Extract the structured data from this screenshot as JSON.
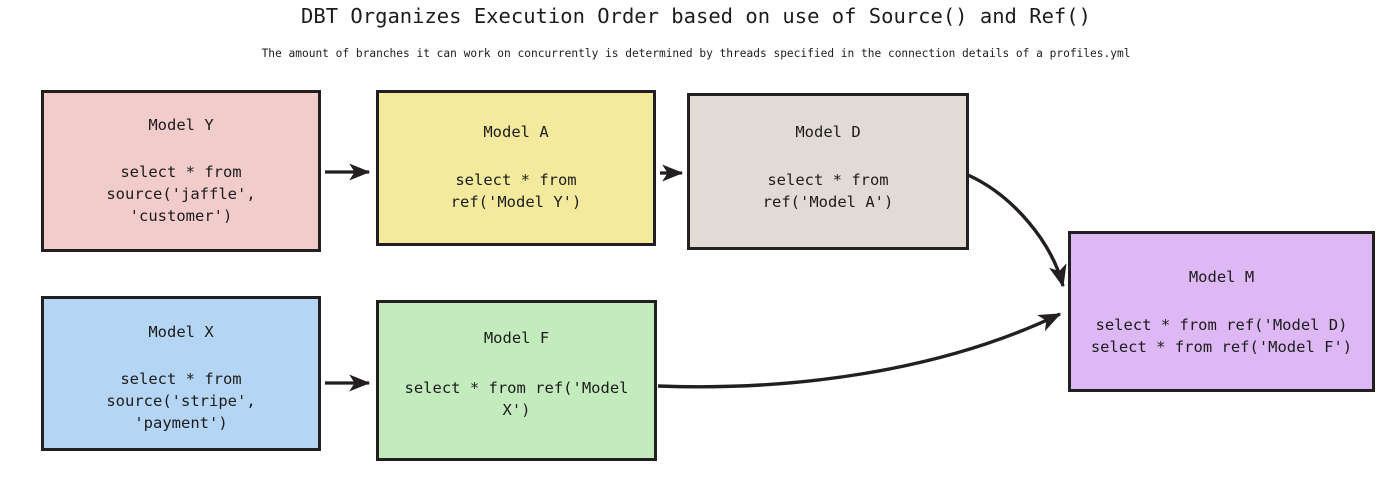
{
  "header": {
    "title": "DBT Organizes Execution Order based on use of Source() and Ref()",
    "subtitle": "The amount of branches it can work on concurrently is determined by threads specified in the connection details of a profiles.yml"
  },
  "diagram": {
    "type": "flowchart",
    "direction": "left-to-right",
    "nodes": [
      {
        "id": "model-y",
        "title": "Model Y",
        "body": "select * from\nsource('jaffle',\n'customer')",
        "color": "#f2cbcb",
        "border_color": "#231f20"
      },
      {
        "id": "model-a",
        "title": "Model A",
        "body": "select * from\nref('Model Y')",
        "color": "#f4ea9e",
        "border_color": "#231f20"
      },
      {
        "id": "model-d",
        "title": "Model D",
        "body": "select * from\nref('Model A')",
        "color": "#e2dbd5",
        "border_color": "#231f20"
      },
      {
        "id": "model-m",
        "title": "Model M",
        "body": "select * from ref('Model D)\nselect * from ref('Model F')",
        "color": "#ddb8f5",
        "border_color": "#231f20"
      },
      {
        "id": "model-x",
        "title": "Model X",
        "body": "select * from\nsource('stripe',\n'payment')",
        "color": "#b5d5f5",
        "border_color": "#231f20"
      },
      {
        "id": "model-f",
        "title": "Model F",
        "body": "select * from ref('Model\nX')",
        "color": "#c3ebbd",
        "border_color": "#231f20"
      }
    ],
    "edges": [
      {
        "id": "edge-y-a",
        "from": "model-y",
        "to": "model-a",
        "shape": "straight"
      },
      {
        "id": "edge-a-d",
        "from": "model-a",
        "to": "model-d",
        "shape": "straight"
      },
      {
        "id": "edge-d-m",
        "from": "model-d",
        "to": "model-m",
        "shape": "curved"
      },
      {
        "id": "edge-x-f",
        "from": "model-x",
        "to": "model-f",
        "shape": "straight"
      },
      {
        "id": "edge-f-m",
        "from": "model-f",
        "to": "model-m",
        "shape": "curved"
      }
    ],
    "edge_color": "#231f20",
    "background": "#ffffff"
  }
}
